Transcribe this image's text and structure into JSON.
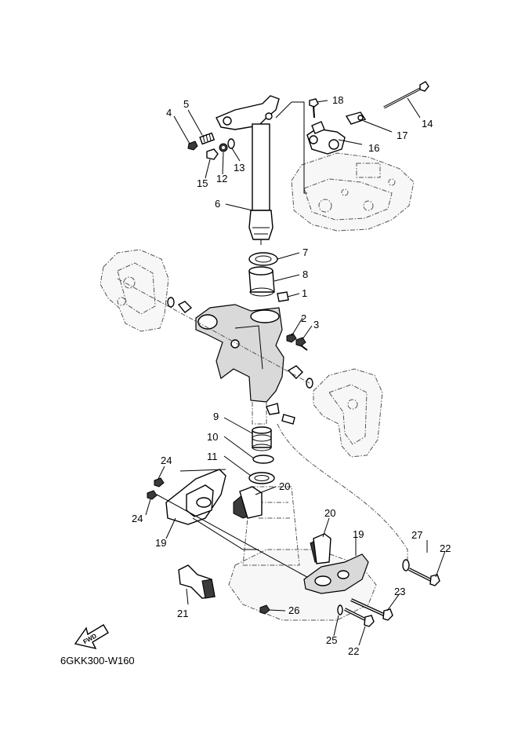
{
  "diagram_code": "6GKK300-W160",
  "fwd_label": "FWD",
  "callouts": [
    {
      "id": "c1",
      "label": "1"
    },
    {
      "id": "c2",
      "label": "2"
    },
    {
      "id": "c3",
      "label": "3"
    },
    {
      "id": "c4",
      "label": "4"
    },
    {
      "id": "c5",
      "label": "5"
    },
    {
      "id": "c6",
      "label": "6"
    },
    {
      "id": "c7",
      "label": "7"
    },
    {
      "id": "c8",
      "label": "8"
    },
    {
      "id": "c9",
      "label": "9"
    },
    {
      "id": "c10",
      "label": "10"
    },
    {
      "id": "c11",
      "label": "11"
    },
    {
      "id": "c12",
      "label": "12"
    },
    {
      "id": "c13",
      "label": "13"
    },
    {
      "id": "c14",
      "label": "14"
    },
    {
      "id": "c15",
      "label": "15"
    },
    {
      "id": "c16",
      "label": "16"
    },
    {
      "id": "c17",
      "label": "17"
    },
    {
      "id": "c18",
      "label": "18"
    },
    {
      "id": "c19a",
      "label": "19"
    },
    {
      "id": "c19b",
      "label": "19"
    },
    {
      "id": "c20a",
      "label": "20"
    },
    {
      "id": "c20b",
      "label": "20"
    },
    {
      "id": "c21",
      "label": "21"
    },
    {
      "id": "c22a",
      "label": "22"
    },
    {
      "id": "c22b",
      "label": "22"
    },
    {
      "id": "c23",
      "label": "23"
    },
    {
      "id": "c24a",
      "label": "24"
    },
    {
      "id": "c24b",
      "label": "24"
    },
    {
      "id": "c25",
      "label": "25"
    },
    {
      "id": "c26",
      "label": "26"
    },
    {
      "id": "c27",
      "label": "27"
    }
  ]
}
